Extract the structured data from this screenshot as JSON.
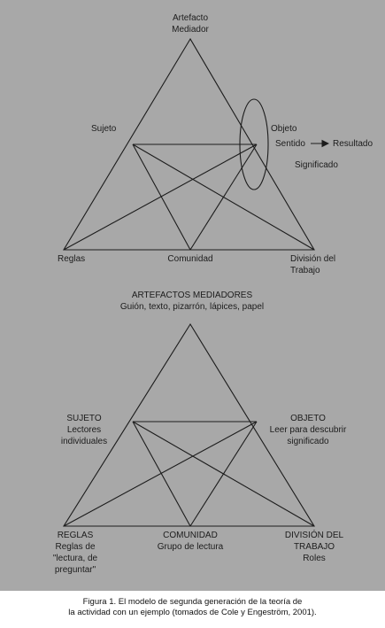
{
  "diagram1": {
    "top_label": [
      "Artefacto",
      "Mediador"
    ],
    "subject_label": "Sujeto",
    "object_label": "Objeto",
    "sense_label": "Sentido",
    "result_label": "Resultado",
    "meaning_label": "Significado",
    "rules_label": "Reglas",
    "community_label": "Comunidad",
    "division_label": [
      "División del",
      "Trabajo"
    ]
  },
  "diagram2": {
    "top_label": [
      "ARTEFACTOS MEDIADORES",
      "Guión, texto, pizarrón, lápices, papel"
    ],
    "subject_label": [
      "SUJETO",
      "Lectores",
      "individuales"
    ],
    "object_label": [
      "OBJETO",
      "Leer para descubrir",
      "significado"
    ],
    "rules_label": [
      "REGLAS",
      "Reglas de",
      "\"lectura, de",
      "preguntar\""
    ],
    "community_label": [
      "COMUNIDAD",
      "Grupo de lectura"
    ],
    "division_label": [
      "DIVISIÓN DEL",
      "TRABAJO",
      "Roles"
    ]
  },
  "caption": [
    "Figura 1. El modelo de segunda generación de la teoría de",
    "la actividad con un ejemplo (tomados de Cole y Engeström, 2001)."
  ],
  "colors": {
    "background": "#a8a8a8",
    "line": "#1c1c1c"
  }
}
